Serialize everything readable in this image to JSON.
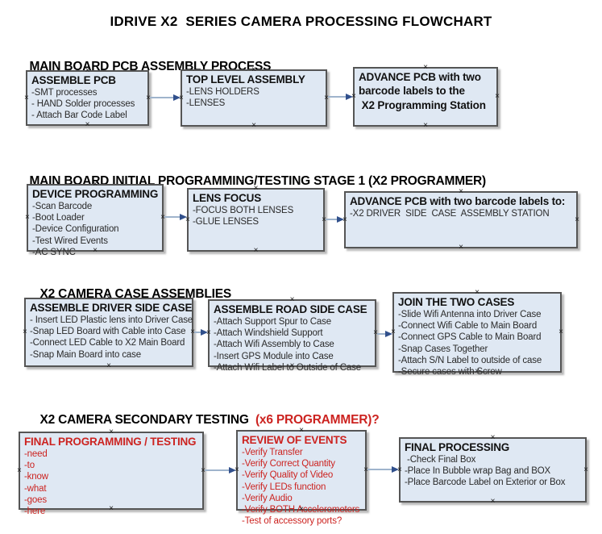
{
  "title": "IDRIVE X2  SERIES CAMERA PROCESSING FLOWCHART",
  "colors": {
    "box_fill": "#dfe8f3",
    "box_border": "#555555",
    "connector_line": "#9fb4cc",
    "connector_arrow": "#31508c",
    "red_text": "#cc2320"
  },
  "sections": [
    {
      "header": "MAIN BOARD PCB ASSEMBLY PROCESS",
      "header_red": "",
      "boxes": [
        {
          "title": "ASSEMBLE PCB",
          "items": [
            "-SMT processes",
            "- HAND Solder processes",
            "- Attach Bar Code Label"
          ]
        },
        {
          "title": "TOP LEVEL ASSEMBLY",
          "items": [
            "-LENS HOLDERS",
            "-LENSES"
          ]
        },
        {
          "title": "ADVANCE PCB with two",
          "items": [
            "barcode labels to the",
            " X2 Programming Station"
          ]
        }
      ]
    },
    {
      "header": "MAIN BOARD INITIAL PROGRAMMING/TESTING STAGE 1 (X2 PROGRAMMER)",
      "header_red": "",
      "boxes": [
        {
          "title": "DEVICE PROGRAMMING",
          "items": [
            "-Scan Barcode",
            "-Boot Loader",
            "-Device Configuration",
            "-Test Wired Events",
            "-AC SYNC"
          ]
        },
        {
          "title": "LENS FOCUS",
          "items": [
            "-FOCUS BOTH LENSES",
            "-GLUE LENSES"
          ]
        },
        {
          "title": "ADVANCE PCB with two barcode labels to:",
          "items": [
            "-X2 DRIVER  SIDE  CASE  ASSEMBLY STATION"
          ]
        }
      ]
    },
    {
      "header": "X2 CAMERA CASE ASSEMBLIES",
      "header_red": "",
      "boxes": [
        {
          "title": "ASSEMBLE DRIVER SIDE CASE",
          "items": [
            "- Insert LED Plastic lens into Driver Case",
            "-Snap LED Board with Cable into Case",
            "-Connect LED Cable to X2 Main Board",
            "-Snap Main Board into case"
          ]
        },
        {
          "title": "ASSEMBLE ROAD SIDE CASE",
          "items": [
            "-Attach Support Spur to Case",
            "-Attach Windshield Support",
            "-Attach Wifi Assembly to Case",
            "-Insert GPS Module into Case",
            "-Attach Wifi Label to Outside of Case"
          ]
        },
        {
          "title": "JOIN THE TWO CASES",
          "items": [
            "-Slide Wifi Antenna into Driver Case",
            "-Connect Wifi Cable to Main Board",
            "-Connect GPS Cable to Main Board",
            "-Snap Cases Together",
            "-Attach S/N Label to outside of case",
            "-Secure cases with Screw"
          ]
        }
      ]
    },
    {
      "header": "X2 CAMERA SECONDARY TESTING  ",
      "header_red": "(x6 PROGRAMMER)?",
      "boxes": [
        {
          "title": "FINAL PROGRAMMING / TESTING",
          "items": [
            "-need",
            "-to",
            "-know",
            "-what",
            "-goes",
            "-here"
          ]
        },
        {
          "title": "REVIEW OF EVENTS",
          "items": [
            "-Verify Transfer",
            "-Verify Correct Quantity",
            "-Verify Quality of Video",
            "-Verify LEDs function",
            "-Verify Audio",
            "-Verify BOTH Accelerometers",
            "-Test of accessory ports?"
          ]
        },
        {
          "title": "FINAL PROCESSING",
          "items": [
            " -Check Final Box",
            "-Place In Bubble wrap Bag and BOX",
            "-Place Barcode Label on Exterior or Box"
          ]
        }
      ]
    }
  ]
}
